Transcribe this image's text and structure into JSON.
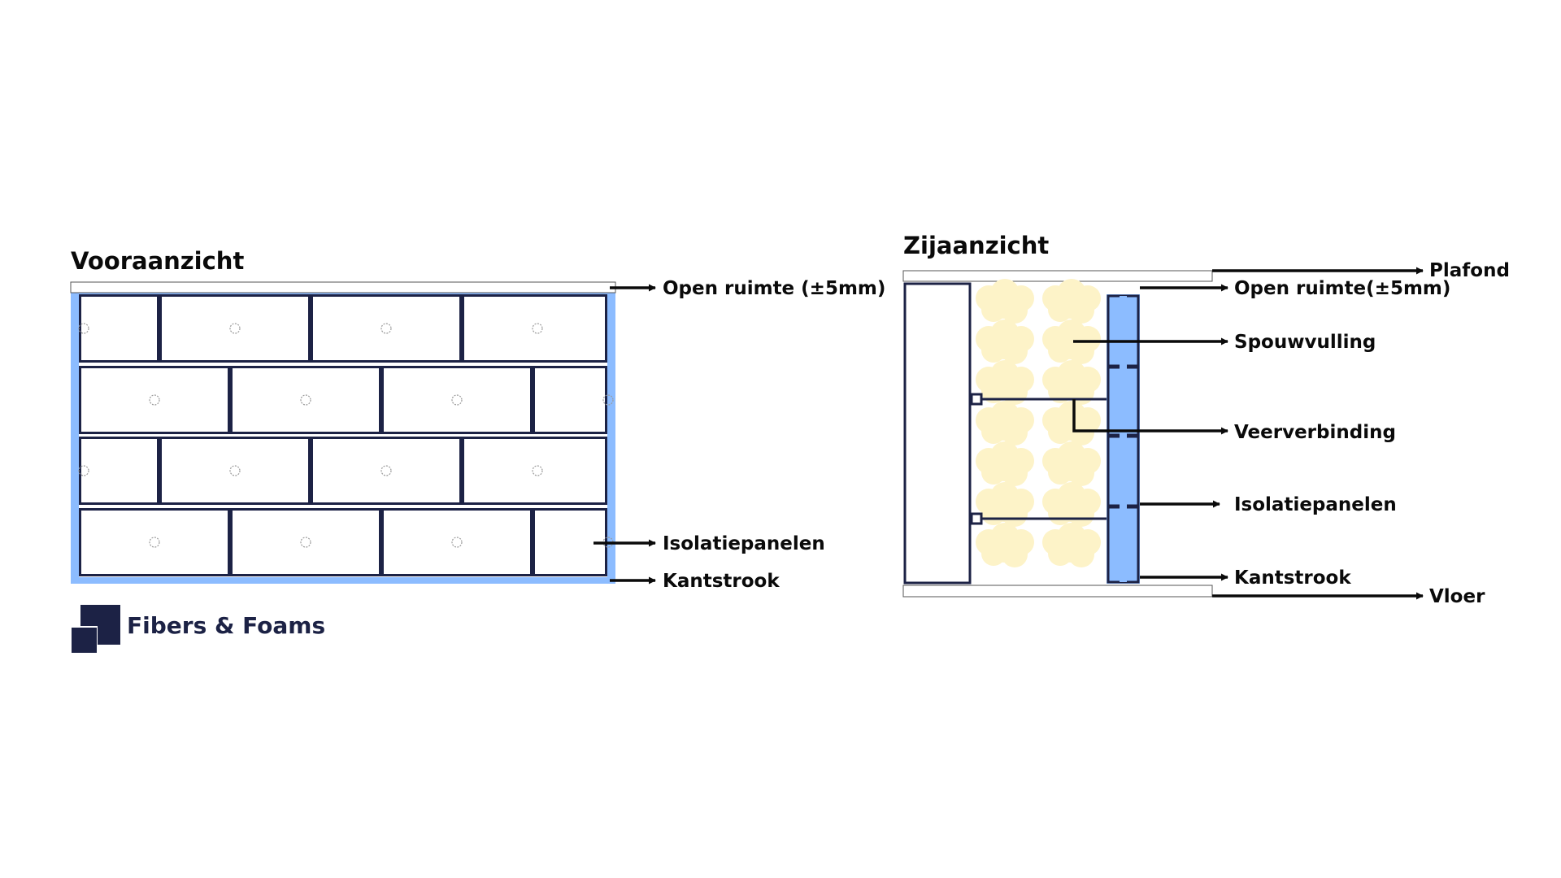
{
  "front_view": {
    "title": "Vooraanzicht",
    "labels": {
      "open_space": "Open ruimte (±5mm)",
      "insulation_panels": "Isolatiepanelen",
      "edge_strip": "Kantstrook"
    }
  },
  "side_view": {
    "title": "Zijaanzicht",
    "labels": {
      "ceiling": "Plafond",
      "open_space": "Open ruimte(±5mm)",
      "cavity_fill": "Spouwvulling",
      "spring_connection": "Veerverbinding",
      "insulation_panels": "Isolatiepanelen",
      "edge_strip": "Kantstrook",
      "floor": "Vloer"
    }
  },
  "brand": {
    "name": "Fibers & Foams",
    "logo_icon": "overlapping-squares-logo"
  },
  "colors": {
    "panel_outline": "#1c2245",
    "edge_strip": "#8cbcff",
    "cavity_fill": "#fdf3c8",
    "arrow": "#0a0a0a",
    "brand": "#1c2245"
  }
}
